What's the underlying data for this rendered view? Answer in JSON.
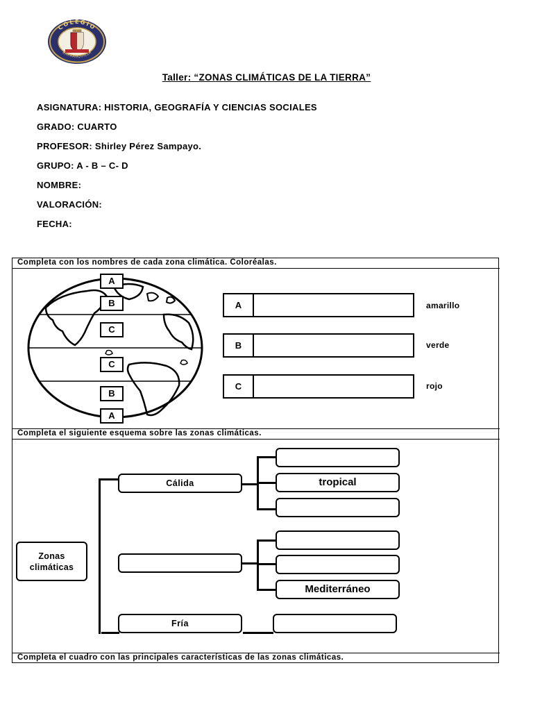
{
  "logo": {
    "top_text": "COLEGIO",
    "crest_text": "SAN JOSE",
    "bottom_text": "BARRANQUILLA"
  },
  "header": {
    "title": "Taller: “ZONAS CLIMÁTICAS DE LA TIERRA”",
    "fields": [
      "ASIGNATURA:  HISTORIA, GEOGRAFÍA Y CIENCIAS SOCIALES",
      "GRADO: CUARTO",
      "PROFESOR: Shirley Pérez Sampayo.",
      "GRUPO: A - B – C- D",
      "NOMBRE:",
      "VALORACIÓN:",
      "FECHA:"
    ]
  },
  "section1": {
    "instruction": "Completa con los nombres de cada zona climática. Coloréalas.",
    "globe_labels": [
      "A",
      "B",
      "C",
      "C",
      "B",
      "A"
    ],
    "rows": [
      {
        "letter": "A",
        "color": "amarillo"
      },
      {
        "letter": "B",
        "color": "verde"
      },
      {
        "letter": "C",
        "color": "rojo"
      }
    ]
  },
  "section2": {
    "instruction": "Completa el siguiente esquema sobre las zonas climáticas.",
    "root": "Zonas climáticas",
    "branches": [
      "Cálida",
      "",
      "Fría"
    ],
    "leaves": [
      "",
      "tropical",
      "",
      "",
      "",
      "Mediterráneo",
      ""
    ]
  },
  "section3": {
    "instruction": "Completa el cuadro con las principales características de las zonas climáticas."
  }
}
